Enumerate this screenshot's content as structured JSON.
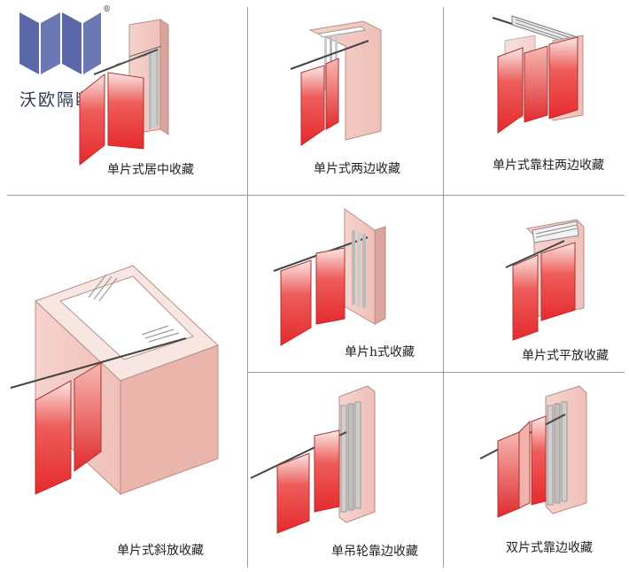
{
  "brand": {
    "name": "沃欧隔断",
    "registered_mark": "®",
    "logo_color": "#5a67a8"
  },
  "colors": {
    "panel_red": "#e8363a",
    "wall_pink": "#f3c9c2",
    "wall_edge": "#b98e88",
    "track": "#555555"
  },
  "panels": [
    {
      "id": "single-center",
      "caption": "单片式居中收藏"
    },
    {
      "id": "single-both-sides",
      "caption": "单片式两边收藏"
    },
    {
      "id": "single-column-both-sides",
      "caption": "单片式靠柱两边收藏"
    },
    {
      "id": "single-oblique",
      "caption": "单片式斜放收藏"
    },
    {
      "id": "single-h",
      "caption": "单片h式收藏"
    },
    {
      "id": "single-flat",
      "caption": "单片式平放收藏"
    },
    {
      "id": "single-hanger-side",
      "caption": "单吊轮靠边收藏"
    },
    {
      "id": "double-side",
      "caption": "双片式靠边收藏"
    }
  ]
}
